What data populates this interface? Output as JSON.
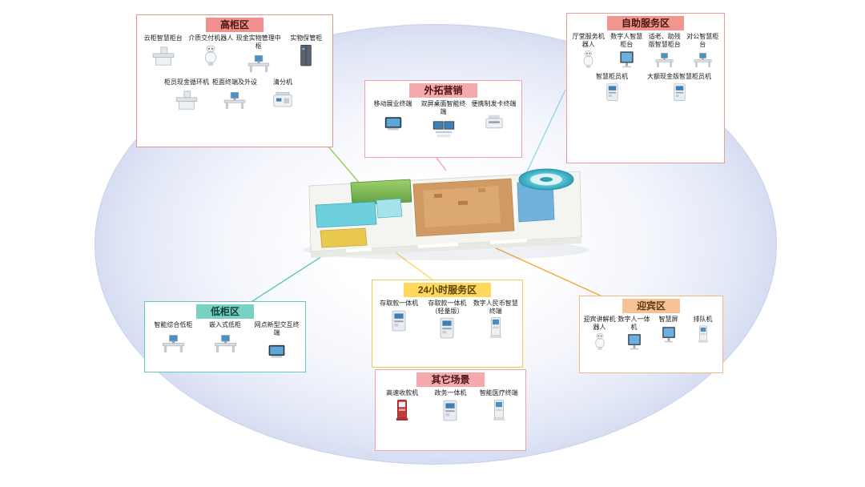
{
  "palette": {
    "ellipse_border": "#c7d0ec",
    "ellipse_fill_edge": "#d7ddf2",
    "connector_green": "#8cc63f",
    "connector_cyan": "#8fd3e8",
    "connector_pink": "#f2a0a6",
    "connector_teal": "#45c4b0",
    "connector_yellow": "#ffd34d",
    "connector_orange": "#f5a623"
  },
  "zones": [
    {
      "id": "high-counter",
      "title": "高柜区",
      "accent": "#ea918c",
      "header_bg": "#f0918d",
      "rows": [
        [
          {
            "label": "云柜智慧柜台",
            "icon": "cloud-counter-icon"
          },
          {
            "label": "介质交付机器人",
            "icon": "delivery-robot-icon"
          },
          {
            "label": "现金实物管理中枢",
            "icon": "cash-management-hub-icon"
          },
          {
            "label": "实物保管柜",
            "icon": "storage-cabinet-icon"
          }
        ],
        [
          {
            "label": "柜员现金循环机",
            "icon": "cash-recycler-icon"
          },
          {
            "label": "柜面终端及外设",
            "icon": "teller-workstation-icon"
          },
          {
            "label": "清分机",
            "icon": "note-sorter-icon"
          }
        ]
      ]
    },
    {
      "id": "self-service",
      "title": "自助服务区",
      "accent": "#ef9a93",
      "header_bg": "#f0968f",
      "rows": [
        [
          {
            "label": "厅堂服务机器人",
            "icon": "lobby-robot-icon"
          },
          {
            "label": "数字人智慧柜台",
            "icon": "digital-human-counter-icon"
          },
          {
            "label": "适老、助残版智慧柜台",
            "icon": "accessible-counter-icon"
          },
          {
            "label": "对公智慧柜台",
            "icon": "corporate-counter-icon"
          }
        ],
        [
          {
            "label": "智慧柜员机",
            "icon": "smart-teller-machine-icon"
          },
          {
            "label": "大额现金版智慧柜员机",
            "icon": "bulk-cash-teller-machine-icon"
          }
        ]
      ]
    },
    {
      "id": "outreach-marketing",
      "title": "外拓营销",
      "accent": "#f2a3a9",
      "header_bg": "#f4a9ad",
      "rows": [
        [
          {
            "label": "移动展业终端",
            "icon": "mobile-terminal-icon"
          },
          {
            "label": "双屏桌面智能终端",
            "icon": "dual-screen-terminal-icon"
          },
          {
            "label": "便携制发卡终端",
            "icon": "card-issuing-terminal-icon"
          }
        ]
      ]
    },
    {
      "id": "low-counter",
      "title": "低柜区",
      "accent": "#63c9bb",
      "header_bg": "#79d0c4",
      "rows": [
        [
          {
            "label": "智能综合低柜",
            "icon": "smart-low-counter-icon"
          },
          {
            "label": "嵌入式低柜",
            "icon": "embedded-low-counter-icon"
          },
          {
            "label": "网点新型交互终端",
            "icon": "interactive-terminal-icon"
          }
        ]
      ]
    },
    {
      "id": "service-24h",
      "title": "24小时服务区",
      "accent": "#f0cb4e",
      "header_bg": "#ffd95e",
      "rows": [
        [
          {
            "label": "存取款一体机",
            "icon": "atm-icon"
          },
          {
            "label": "存取款一体机（轻量版）",
            "icon": "atm-lite-icon"
          },
          {
            "label": "数字人民币智慧终端",
            "icon": "digital-rmb-terminal-icon"
          }
        ]
      ]
    },
    {
      "id": "other-scenarios",
      "title": "其它场景",
      "accent": "#f2a3a9",
      "header_bg": "#f4a9ad",
      "rows": [
        [
          {
            "label": "高速收款机",
            "icon": "high-speed-cashier-icon"
          },
          {
            "label": "政务一体机",
            "icon": "government-kiosk-icon"
          },
          {
            "label": "智能医疗终端",
            "icon": "medical-terminal-icon"
          }
        ]
      ]
    },
    {
      "id": "welcome-area",
      "title": "迎宾区",
      "accent": "#f2b988",
      "header_bg": "#f6c296",
      "rows": [
        [
          {
            "label": "迎宾讲解机器人",
            "icon": "greeter-robot-icon"
          },
          {
            "label": "数字人一体机",
            "icon": "digital-human-kiosk-icon"
          },
          {
            "label": "智慧屏",
            "icon": "smart-screen-icon"
          },
          {
            "label": "排队机",
            "icon": "queue-machine-icon"
          }
        ]
      ]
    }
  ]
}
